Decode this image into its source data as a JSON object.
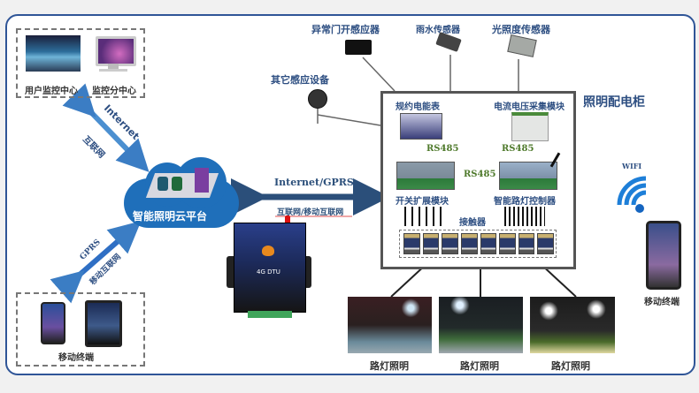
{
  "diagram": {
    "monitoring_group": {
      "items": [
        {
          "label": "用户监控中心",
          "icon": "control-room-image"
        },
        {
          "label": "监控分中心",
          "icon": "desktop-computer-icon"
        }
      ]
    },
    "links": {
      "monitor_to_cloud": {
        "en": "Internet",
        "cn": "互联网"
      },
      "mobile_to_cloud": {
        "en": "GPRS",
        "cn": "移动互联网"
      },
      "cloud_to_cabinet": {
        "en": "Internet/GPRS",
        "cn": "互联网/移动互联网"
      }
    },
    "cloud": {
      "label": "智能照明云平台"
    },
    "dtu": {
      "screen_text": "4G DTU"
    },
    "mobile_group": {
      "label": "移动终端",
      "items": [
        "phone",
        "tablet"
      ]
    },
    "sensors": [
      {
        "label": "异常门开感应器"
      },
      {
        "label": "雨水传感器"
      },
      {
        "label": "光照度传感器"
      },
      {
        "label": "其它感应设备"
      }
    ],
    "cabinet": {
      "title": "照明配电柜",
      "meter": "规约电能表",
      "collector": "电流电压采集模块",
      "switch_module": "开关扩展模块",
      "controller": "智能路灯控制器",
      "contactor": "接触器",
      "bus_labels": [
        "RS485",
        "RS485",
        "RS485"
      ],
      "contactor_count": 8
    },
    "wifi": {
      "label": "WIFI"
    },
    "mobile_right": {
      "label": "移动终端"
    },
    "street_lights": [
      {
        "label": "路灯照明"
      },
      {
        "label": "路灯照明"
      },
      {
        "label": "路灯照明"
      }
    ],
    "colors": {
      "frame": "#2f5597",
      "arrow": "#3b7dc4",
      "label": "#2e4f82",
      "bus": "#6a9a3c",
      "wifi": "#1e7fd8"
    }
  }
}
